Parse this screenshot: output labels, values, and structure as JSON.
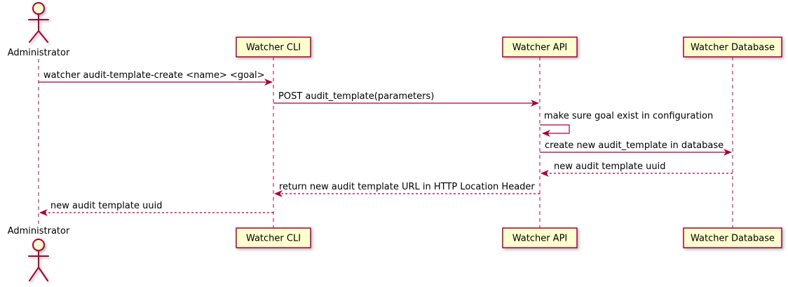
{
  "diagram": {
    "type": "sequence",
    "colors": {
      "accent": "#A80036",
      "participant_fill": "#FEFECE",
      "text": "#000000",
      "background": "#FFFFFF"
    },
    "actors": {
      "top": {
        "label": "Administrator"
      },
      "bottom": {
        "label": "Administrator"
      }
    },
    "participants": [
      {
        "label": "Watcher CLI"
      },
      {
        "label": "Watcher API"
      },
      {
        "label": "Watcher Database"
      }
    ],
    "messages": [
      {
        "from": "Administrator",
        "to": "Watcher CLI",
        "style": "solid",
        "label": "watcher audit-template-create <name> <goal>"
      },
      {
        "from": "Watcher CLI",
        "to": "Watcher API",
        "style": "solid",
        "label": "POST audit_template(parameters)"
      },
      {
        "from": "Watcher API",
        "to": "Watcher API",
        "style": "self",
        "label": "make sure goal exist in configuration"
      },
      {
        "from": "Watcher API",
        "to": "Watcher Database",
        "style": "solid",
        "label": "create new audit_template in database"
      },
      {
        "from": "Watcher Database",
        "to": "Watcher API",
        "style": "dashed",
        "label": "new audit template uuid"
      },
      {
        "from": "Watcher API",
        "to": "Watcher CLI",
        "style": "dashed",
        "label": "return new audit template URL in HTTP Location Header"
      },
      {
        "from": "Watcher CLI",
        "to": "Administrator",
        "style": "dashed",
        "label": "new audit template uuid"
      }
    ]
  }
}
